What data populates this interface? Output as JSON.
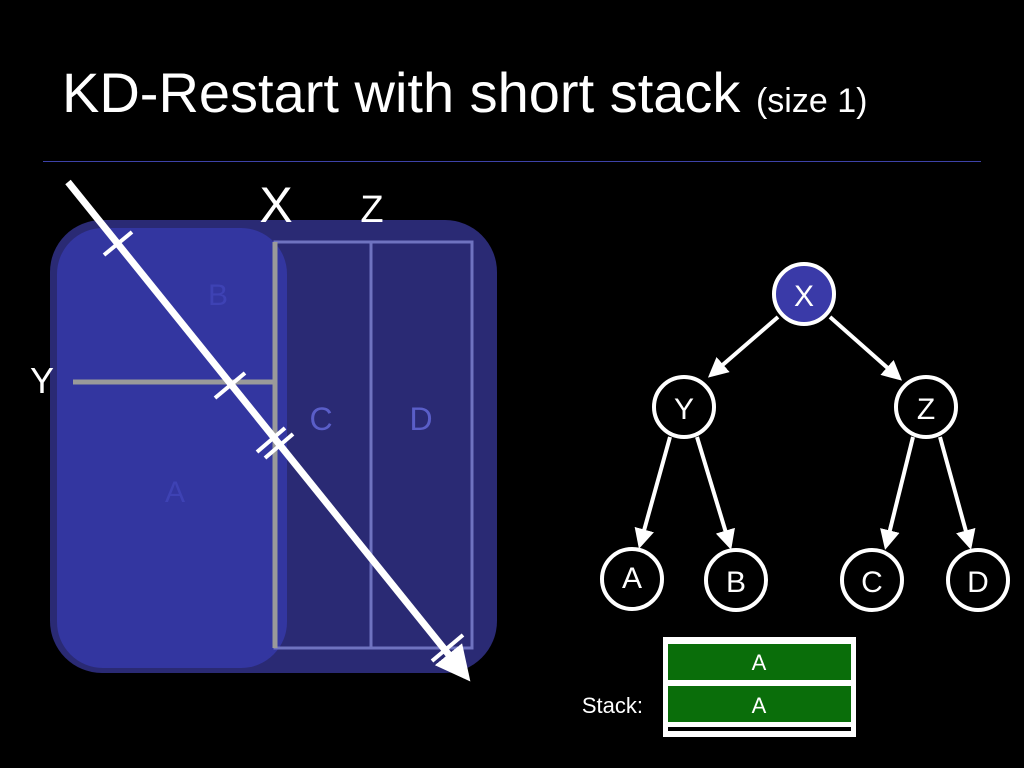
{
  "slide": {
    "title_main": "KD-Restart with short stack",
    "title_suffix": "(size 1)"
  },
  "space": {
    "split_x_label": "X",
    "split_z_label": "Z",
    "split_y_label": "Y",
    "cell_a_label": "A",
    "cell_b_label": "B",
    "cell_c_label": "C",
    "cell_d_label": "D"
  },
  "tree": {
    "root": "X",
    "left": "Y",
    "right": "Z",
    "leaf_a": "A",
    "leaf_b": "B",
    "leaf_c": "C",
    "leaf_d": "D"
  },
  "stack": {
    "label": "Stack:",
    "entries": [
      "A",
      "A"
    ]
  },
  "colors": {
    "region_fill": "#33359a",
    "active_node": "#3a3aa8",
    "stack_fill": "#0a6e0a"
  }
}
